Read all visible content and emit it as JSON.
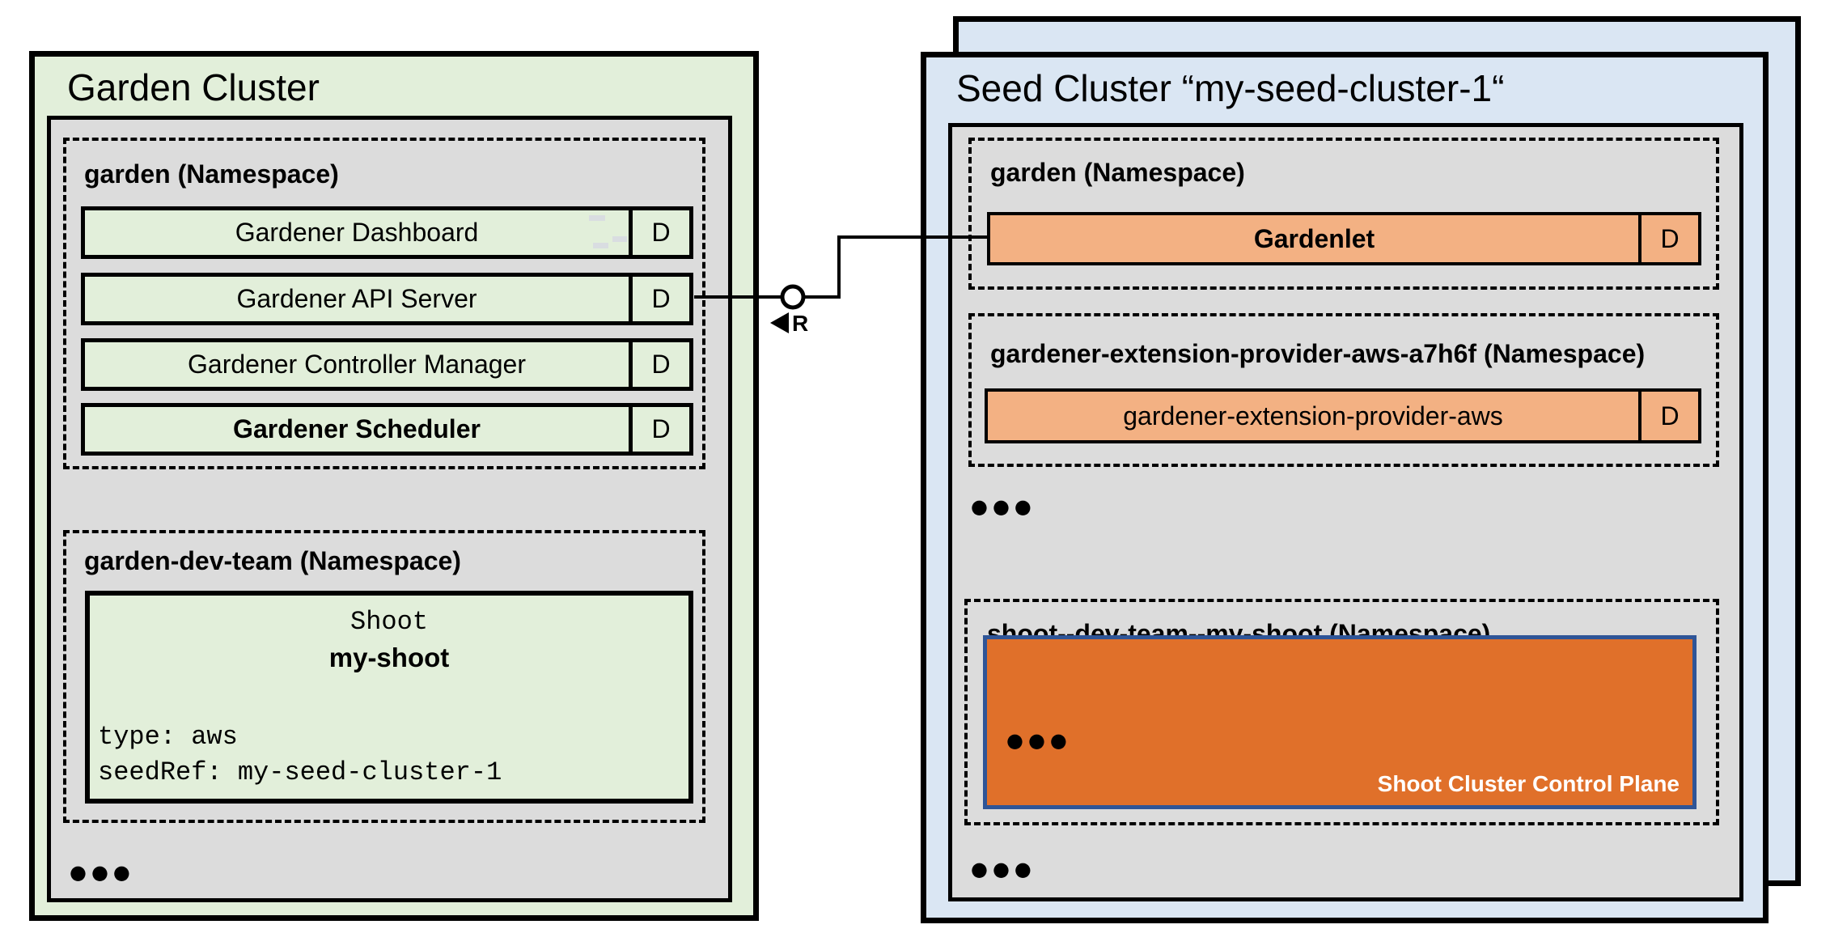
{
  "garden_cluster": {
    "title": "Garden Cluster",
    "garden_namespace": {
      "label": "garden (Namespace)",
      "components": [
        {
          "label": "Gardener Dashboard",
          "badge": "D"
        },
        {
          "label": "Gardener API Server",
          "badge": "D"
        },
        {
          "label": "Gardener Controller Manager",
          "badge": "D"
        },
        {
          "label": "Gardener Scheduler",
          "badge": "D"
        }
      ]
    },
    "dev_namespace": {
      "label": "garden-dev-team (Namespace)",
      "shoot": {
        "kind": "Shoot",
        "name": "my-shoot",
        "lines": [
          "type: aws",
          "seedRef: my-seed-cluster-1"
        ]
      }
    },
    "ellipsis": "●●●"
  },
  "seed_cluster": {
    "title": "Seed Cluster “my-seed-cluster-1“",
    "garden_namespace": {
      "label": "garden (Namespace)",
      "components": [
        {
          "label": "Gardenlet",
          "badge": "D"
        }
      ]
    },
    "extension_namespace": {
      "label": "gardener-extension-provider-aws-a7h6f (Namespace)",
      "components": [
        {
          "label": "gardener-extension-provider-aws",
          "badge": "D"
        }
      ]
    },
    "ellipsis_mid": "●●●",
    "shoot_namespace": {
      "label": "shoot--dev-team--my-shoot (Namespace)",
      "control_plane": {
        "ellipsis": "●●●",
        "label": "Shoot Cluster Control Plane"
      }
    },
    "ellipsis_bottom": "●●●"
  },
  "connector": {
    "label": "R"
  },
  "colors": {
    "garden_cluster_bg": "#e2efda",
    "seed_cluster_bg": "#dae6f3",
    "namespace_panel_bg": "#dcdcdc",
    "component_green": "#e2efda",
    "component_orange": "#f3b183",
    "control_plane_fill": "#e0702a",
    "control_plane_border": "#2f5597",
    "line_color": "#000000"
  }
}
